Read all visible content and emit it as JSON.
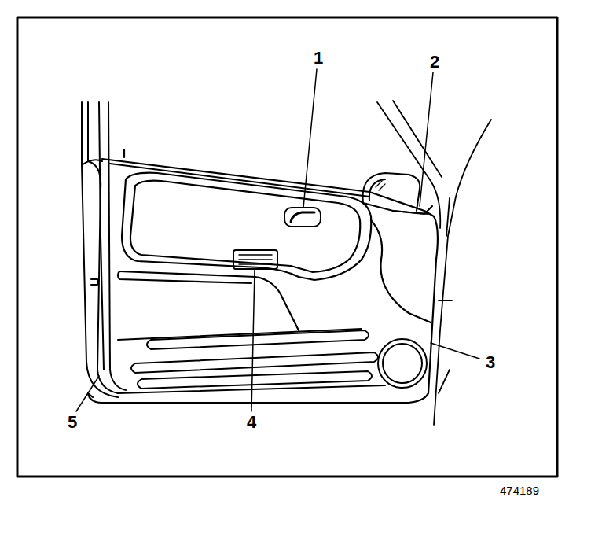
{
  "diagram": {
    "labels": [
      "1",
      "2",
      "3",
      "4",
      "5",
      "474189"
    ]
  }
}
